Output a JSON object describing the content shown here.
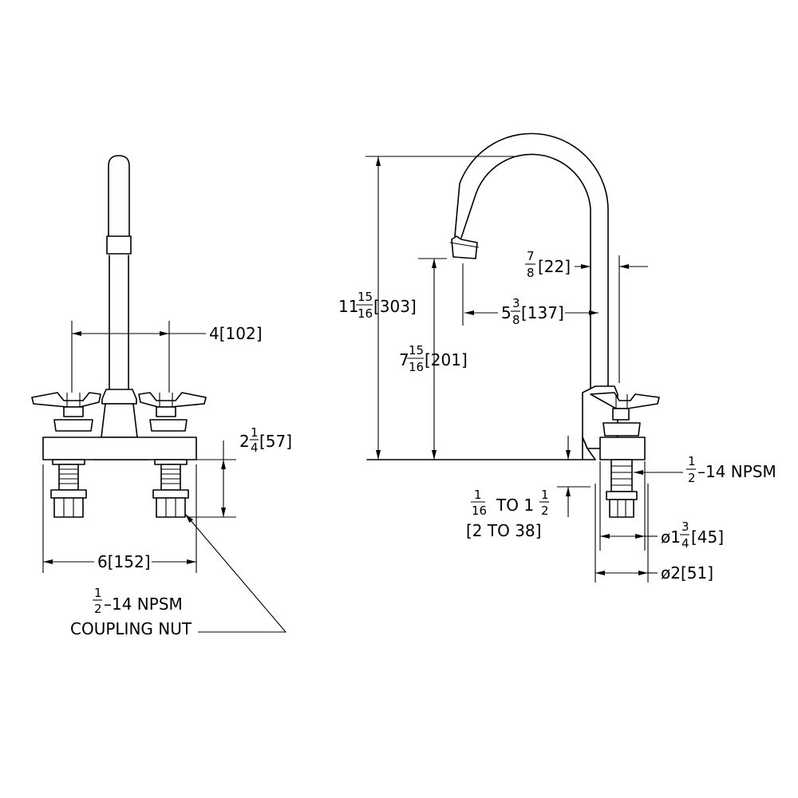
{
  "front_view": {
    "width_label": "6[152]",
    "spread_label": "4[102]",
    "height_whole": "2",
    "height_num": "1",
    "height_den": "4",
    "height_mm": "[57]",
    "nut_num": "1",
    "nut_den": "2",
    "nut_thread": "–14  NPSM",
    "nut_label": "COUPLING  NUT"
  },
  "side_view": {
    "overall_whole": "11",
    "overall_num": "15",
    "overall_den": "16",
    "overall_mm": "[303]",
    "spout_whole": "7",
    "spout_num": "15",
    "spout_den": "16",
    "spout_mm": "[201]",
    "reach_whole": "5",
    "reach_num": "3",
    "reach_den": "8",
    "reach_mm": "[137]",
    "tube_num": "7",
    "tube_den": "8",
    "tube_mm": "[22]",
    "shank_num": "1",
    "shank_den": "2",
    "shank_thread": "–14  NPSM",
    "deck_num_a": "1",
    "deck_den_a": "16",
    "deck_to": "TO  1",
    "deck_num_b": "1",
    "deck_den_b": "2",
    "deck_mm": "[2  TO  38]",
    "dia1_prefix": "ø1",
    "dia1_num": "3",
    "dia1_den": "4",
    "dia1_mm": "[45]",
    "dia2_label": "ø2[51]"
  },
  "arrowhead_color": "#000000",
  "line_color": "#000000"
}
